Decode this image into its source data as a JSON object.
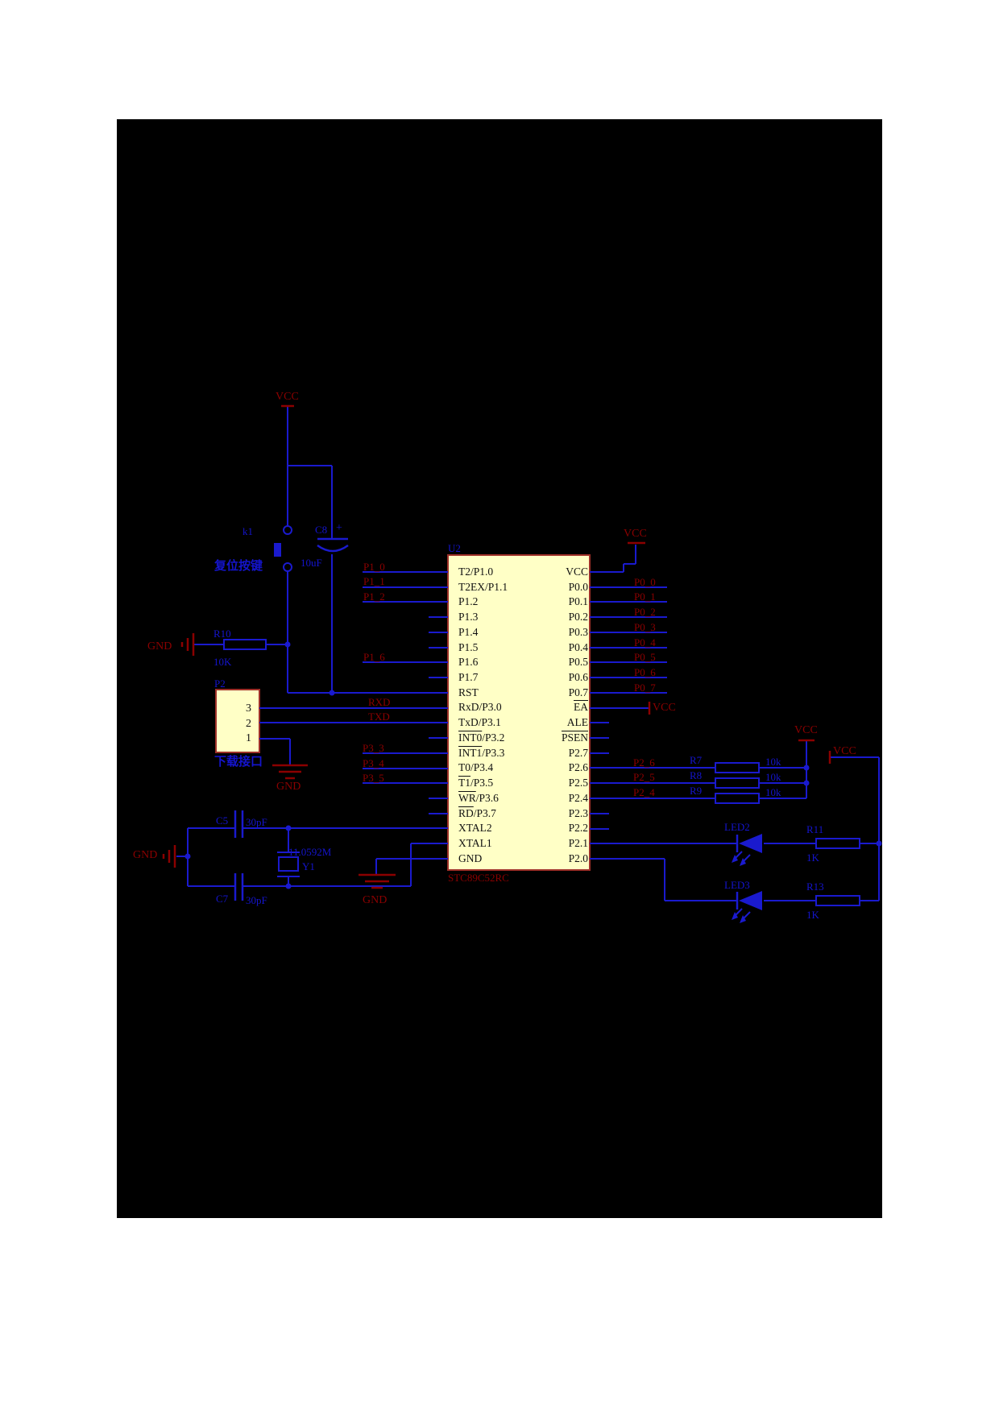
{
  "chip": {
    "designator": "U2",
    "part": "STC89C52RC",
    "left_pins": [
      {
        "o": "",
        "t": "T2/P1.0"
      },
      {
        "o": "",
        "t": "T2EX/P1.1"
      },
      {
        "o": "",
        "t": "P1.2"
      },
      {
        "o": "",
        "t": "P1.3"
      },
      {
        "o": "",
        "t": "P1.4"
      },
      {
        "o": "",
        "t": "P1.5"
      },
      {
        "o": "",
        "t": "P1.6"
      },
      {
        "o": "",
        "t": "P1.7"
      },
      {
        "o": "",
        "t": "RST"
      },
      {
        "o": "",
        "t": "RxD/P3.0"
      },
      {
        "o": "",
        "t": "TxD/P3.1"
      },
      {
        "o": "INT0",
        "t": "/P3.2"
      },
      {
        "o": "INT1",
        "t": "/P3.3"
      },
      {
        "o": "",
        "t": "T0/P3.4"
      },
      {
        "o": "T1",
        "t": "/P3.5"
      },
      {
        "o": "WR",
        "t": "/P3.6"
      },
      {
        "o": "RD",
        "t": "/P3.7"
      },
      {
        "o": "",
        "t": "XTAL2"
      },
      {
        "o": "",
        "t": "XTAL1"
      },
      {
        "o": "",
        "t": "GND"
      }
    ],
    "right_pins": [
      {
        "o": "",
        "t": "VCC"
      },
      {
        "o": "",
        "t": "P0.0"
      },
      {
        "o": "",
        "t": "P0.1"
      },
      {
        "o": "",
        "t": "P0.2"
      },
      {
        "o": "",
        "t": "P0.3"
      },
      {
        "o": "",
        "t": "P0.4"
      },
      {
        "o": "",
        "t": "P0.5"
      },
      {
        "o": "",
        "t": "P0.6"
      },
      {
        "o": "",
        "t": "P0.7"
      },
      {
        "o": "EA",
        "t": ""
      },
      {
        "o": "",
        "t": "ALE"
      },
      {
        "o": "PSEN",
        "t": ""
      },
      {
        "o": "",
        "t": "P2.7"
      },
      {
        "o": "",
        "t": "P2.6"
      },
      {
        "o": "",
        "t": "P2.5"
      },
      {
        "o": "",
        "t": "P2.4"
      },
      {
        "o": "",
        "t": "P2.3"
      },
      {
        "o": "",
        "t": "P2.2"
      },
      {
        "o": "",
        "t": "P2.1"
      },
      {
        "o": "",
        "t": "P2.0"
      }
    ]
  },
  "connector": {
    "designator": "P2",
    "pins": [
      "3",
      "2",
      "1"
    ],
    "caption": "下载接口"
  },
  "reset": {
    "switch_designator": "k1",
    "caption": "复位按键",
    "cap_designator": "C8",
    "cap_value": "10uF",
    "polarity_mark": "+",
    "resistor_designator": "R10",
    "resistor_value": "10K"
  },
  "crystal": {
    "designator": "Y1",
    "frequency": "11.0592M",
    "cap_top": "C5",
    "cap_top_value": "30pF",
    "cap_bottom": "C7",
    "cap_bottom_value": "30pF"
  },
  "pullups": {
    "r7": {
      "net": "P2_6",
      "ref": "R7",
      "value": "10k"
    },
    "r8": {
      "net": "P2_5",
      "ref": "R8",
      "value": "10k"
    },
    "r9": {
      "net": "P2_4",
      "ref": "R9",
      "value": "10k"
    }
  },
  "leds": {
    "led2": {
      "ref": "LED2",
      "resistor": "R11",
      "value": "1K"
    },
    "led3": {
      "ref": "LED3",
      "resistor": "R13",
      "value": "1K"
    }
  },
  "nets": {
    "p1_0": "P1_0",
    "p1_1": "P1_1",
    "p1_2": "P1_2",
    "p1_6": "P1_6",
    "rxd": "RXD",
    "txd": "TXD",
    "p3_3": "P3_3",
    "p3_4": "P3_4",
    "p3_5": "P3_5",
    "p0_0": "P0_0",
    "p0_1": "P0_1",
    "p0_2": "P0_2",
    "p0_3": "P0_3",
    "p0_4": "P0_4",
    "p0_5": "P0_5",
    "p0_6": "P0_6",
    "p0_7": "P0_7"
  },
  "power": {
    "vcc": "VCC",
    "gnd": "GND"
  },
  "colors": {
    "wire": "#1a1ace",
    "net_label": "#8b0000",
    "component_label": "#1414cc",
    "chip_fill": "#ffffc6",
    "chip_border": "#9e3029",
    "canvas": "#000000"
  }
}
